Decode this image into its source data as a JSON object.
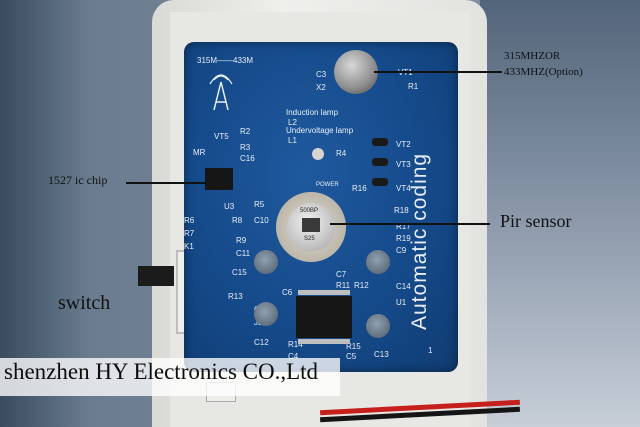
{
  "labels": {
    "freq_line1": "315MHZOR",
    "freq_line2": "433MHZ(Option)",
    "ic_chip": "1527 ic chip",
    "pir_sensor": "Pir sensor",
    "switch": "switch",
    "banner": "shenzhen HY Electronics CO.,Ltd"
  },
  "pcb_text": {
    "band": "315M——433M",
    "vertical": "Automatic coding",
    "induction": "Induction lamp",
    "undervoltage": "Undervoltage lamp",
    "power": "POWER",
    "sensor_top": "500BP",
    "sensor_bottom": "S25",
    "mr": "MR",
    "one": "1"
  },
  "components": [
    "C3",
    "X2",
    "VT1",
    "R1",
    "R2",
    "R3",
    "C16",
    "VT5",
    "L2",
    "L1",
    "R4",
    "VT2",
    "VT3",
    "VT4",
    "R16",
    "R18",
    "U3",
    "R6",
    "R7",
    "R8",
    "C10",
    "R9",
    "C11",
    "R5",
    "C15",
    "C7",
    "R11",
    "R12",
    "R13",
    "C6",
    "C8",
    "C12",
    "R14",
    "C4",
    "R15",
    "C5",
    "C13",
    "U1",
    "C14",
    "C9",
    "R19",
    "R17",
    "K1",
    "J2"
  ],
  "colors": {
    "pcb": "#154a8a",
    "silkscreen": "#e8eef6",
    "case": "#e7e7e4",
    "banner": "#ffffff"
  }
}
